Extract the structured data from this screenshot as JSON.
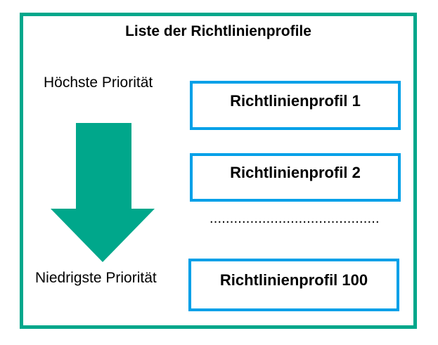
{
  "title": "Liste der Richtlinienprofile",
  "labels": {
    "highest": "Höchste Priorität",
    "lowest": "Niedrigste Priorität"
  },
  "profiles": [
    {
      "label": "Richtlinienprofil 1"
    },
    {
      "label": "Richtlinienprofil 2"
    },
    {
      "label": "Richtlinienprofil 100"
    }
  ],
  "ellipsis": "..........................................",
  "colors": {
    "frame_and_arrow_teal": "#00A78B",
    "profile_box_blue": "#00A0E8",
    "text": "#000000",
    "background": "#ffffff"
  }
}
